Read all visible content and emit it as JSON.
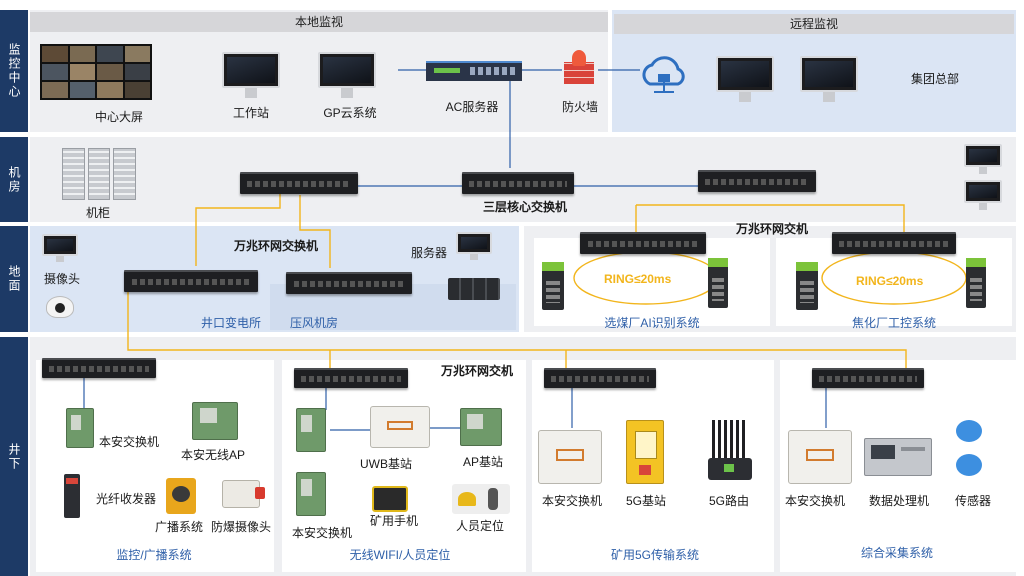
{
  "sections": {
    "monitor_center": "监控中心",
    "machine_room": "机房",
    "ground": "地面",
    "underground": "井下"
  },
  "headers": {
    "local_monitoring": "本地监视",
    "remote_monitoring": "远程监视"
  },
  "monitor_center": {
    "big_screen": "中心大屏",
    "workstation": "工作站",
    "gp_cloud": "GP云系统",
    "ac_server": "AC服务器",
    "firewall": "防火墙",
    "group_hq": "集团总部"
  },
  "machine_room": {
    "cabinet": "机柜",
    "core_switch": "三层核心交换机"
  },
  "ground": {
    "ring_switch_left": "万兆环网交换机",
    "ring_switch_right": "万兆环网交机",
    "camera": "摄像头",
    "server": "服务器",
    "substation": "井口变电所",
    "compressor_room": "压风机房",
    "ring_left": "RING≤20ms",
    "ring_right": "RING≤20ms",
    "coal_ai": "选煤厂AI识别系统",
    "coking_ctrl": "焦化厂工控系统"
  },
  "underground": {
    "ring_switch": "万兆环网交机",
    "g1": {
      "safe_switch": "本安交换机",
      "wireless_ap": "本安无线AP",
      "fiber_tx": "光纤收发器",
      "broadcast": "广播系统",
      "ex_camera": "防爆摄像头",
      "title": "监控/广播系统"
    },
    "g2": {
      "uwb": "UWB基站",
      "ap_station": "AP基站",
      "mine_phone": "矿用手机",
      "personnel": "人员定位",
      "safe_switch": "本安交换机",
      "title": "无线WIFI/人员定位"
    },
    "g3": {
      "safe_switch": "本安交换机",
      "station_5g": "5G基站",
      "router_5g": "5G路由",
      "title": "矿用5G传输系统"
    },
    "g4": {
      "safe_switch": "本安交换机",
      "data_proc": "数据处理机",
      "sensor": "传感器",
      "title": "综合采集系统"
    }
  },
  "colors": {
    "nav": "#1d3a66",
    "link_blue": "#2e5fa8",
    "ring_yellow": "#f2b51c"
  }
}
